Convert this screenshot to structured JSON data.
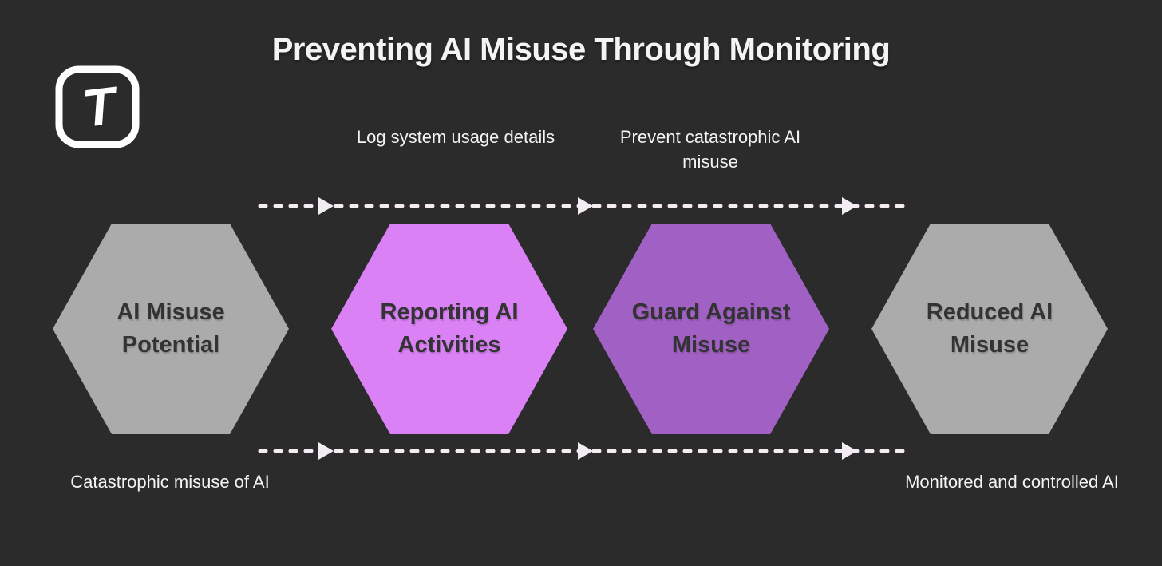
{
  "title": "Preventing AI Misuse Through Monitoring",
  "logo": {
    "letter": "T"
  },
  "flow": {
    "steps": [
      {
        "label": "AI Misuse Potential",
        "color": "#ababab",
        "note": "Catastrophic misuse of AI",
        "note_position": "below"
      },
      {
        "label": "Reporting AI Activities",
        "color": "#d981f5",
        "note": "Log system usage details",
        "note_position": "above"
      },
      {
        "label": "Guard Against Misuse",
        "color": "#a161c4",
        "note": "Prevent catastrophic AI misuse",
        "note_position": "above"
      },
      {
        "label": "Reduced AI Misuse",
        "color": "#ababab",
        "note": "Monitored and controlled AI",
        "note_position": "below"
      }
    ],
    "direction": "left-to-right"
  },
  "colors": {
    "bg": "#2b2b2b",
    "text_light": "#f5f3f5",
    "hex_text": "#333333",
    "dash": "#f3ecf3"
  }
}
